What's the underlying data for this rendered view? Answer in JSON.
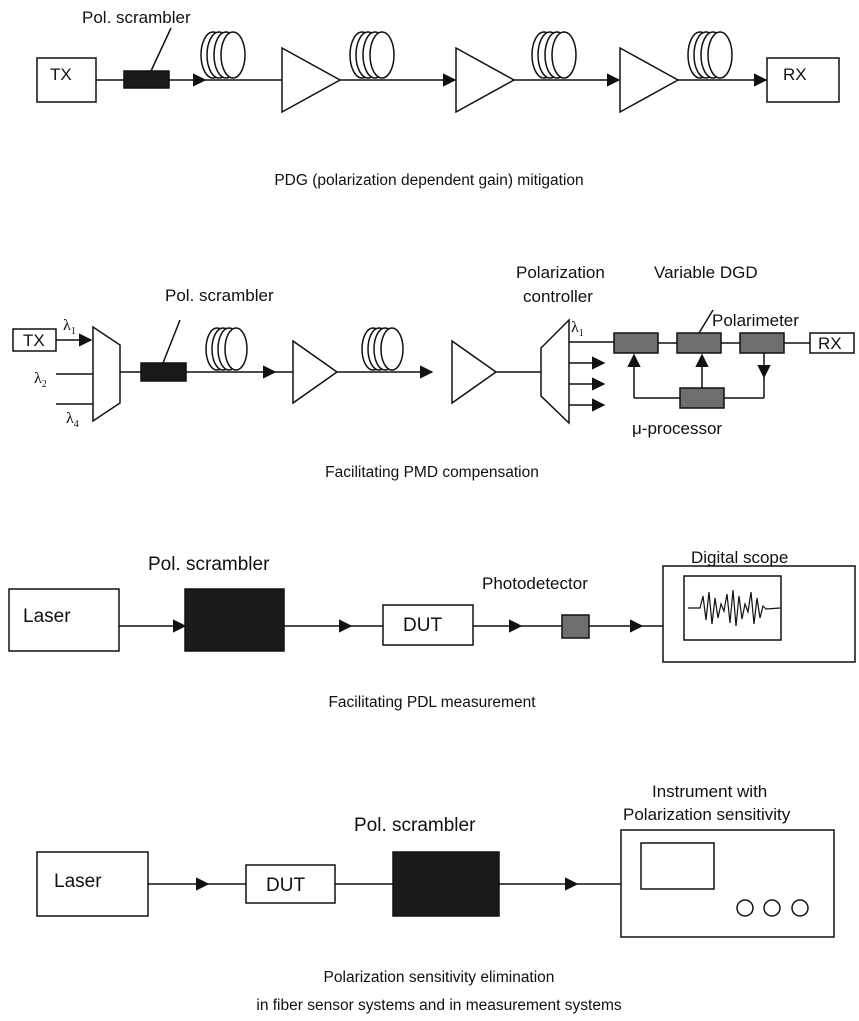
{
  "colors": {
    "line": "#111111",
    "component_gray": "#6e6e6e",
    "scrambler_black": "#1a1a1a",
    "watermark": "#cfcfcf"
  },
  "panel1": {
    "scrambler_label": "Pol. scrambler",
    "tx": "TX",
    "rx": "RX",
    "caption": "PDG (polarization dependent gain) mitigation"
  },
  "panel2": {
    "tx": "TX",
    "lambda1_in": "λ",
    "lambda1_in_sub": "1",
    "lambda2": "λ",
    "lambda2_sub": "2",
    "lambda4": "λ",
    "lambda4_sub": "4",
    "scrambler_label": "Pol. scrambler",
    "pol_controller_1": "Polarization",
    "pol_controller_2": "controller",
    "lambda1_out": "λ",
    "lambda1_out_sub": "1",
    "variable_dgd": "Variable DGD",
    "polarimeter": "Polarimeter",
    "rx": "RX",
    "processor": "μ-processor",
    "caption": "Facilitating PMD compensation"
  },
  "panel3": {
    "laser": "Laser",
    "scrambler_label": "Pol. scrambler",
    "dut": "DUT",
    "photodetector": "Photodetector",
    "scope": "Digital scope",
    "caption": "Facilitating PDL measurement"
  },
  "panel4": {
    "laser": "Laser",
    "dut": "DUT",
    "scrambler_label": "Pol. scrambler",
    "instrument_1": "Instrument with",
    "instrument_2": "Polarization sensitivity",
    "caption_1": "Polarization sensitivity elimination",
    "caption_2": "in fiber sensor systems and in measurement systems"
  }
}
